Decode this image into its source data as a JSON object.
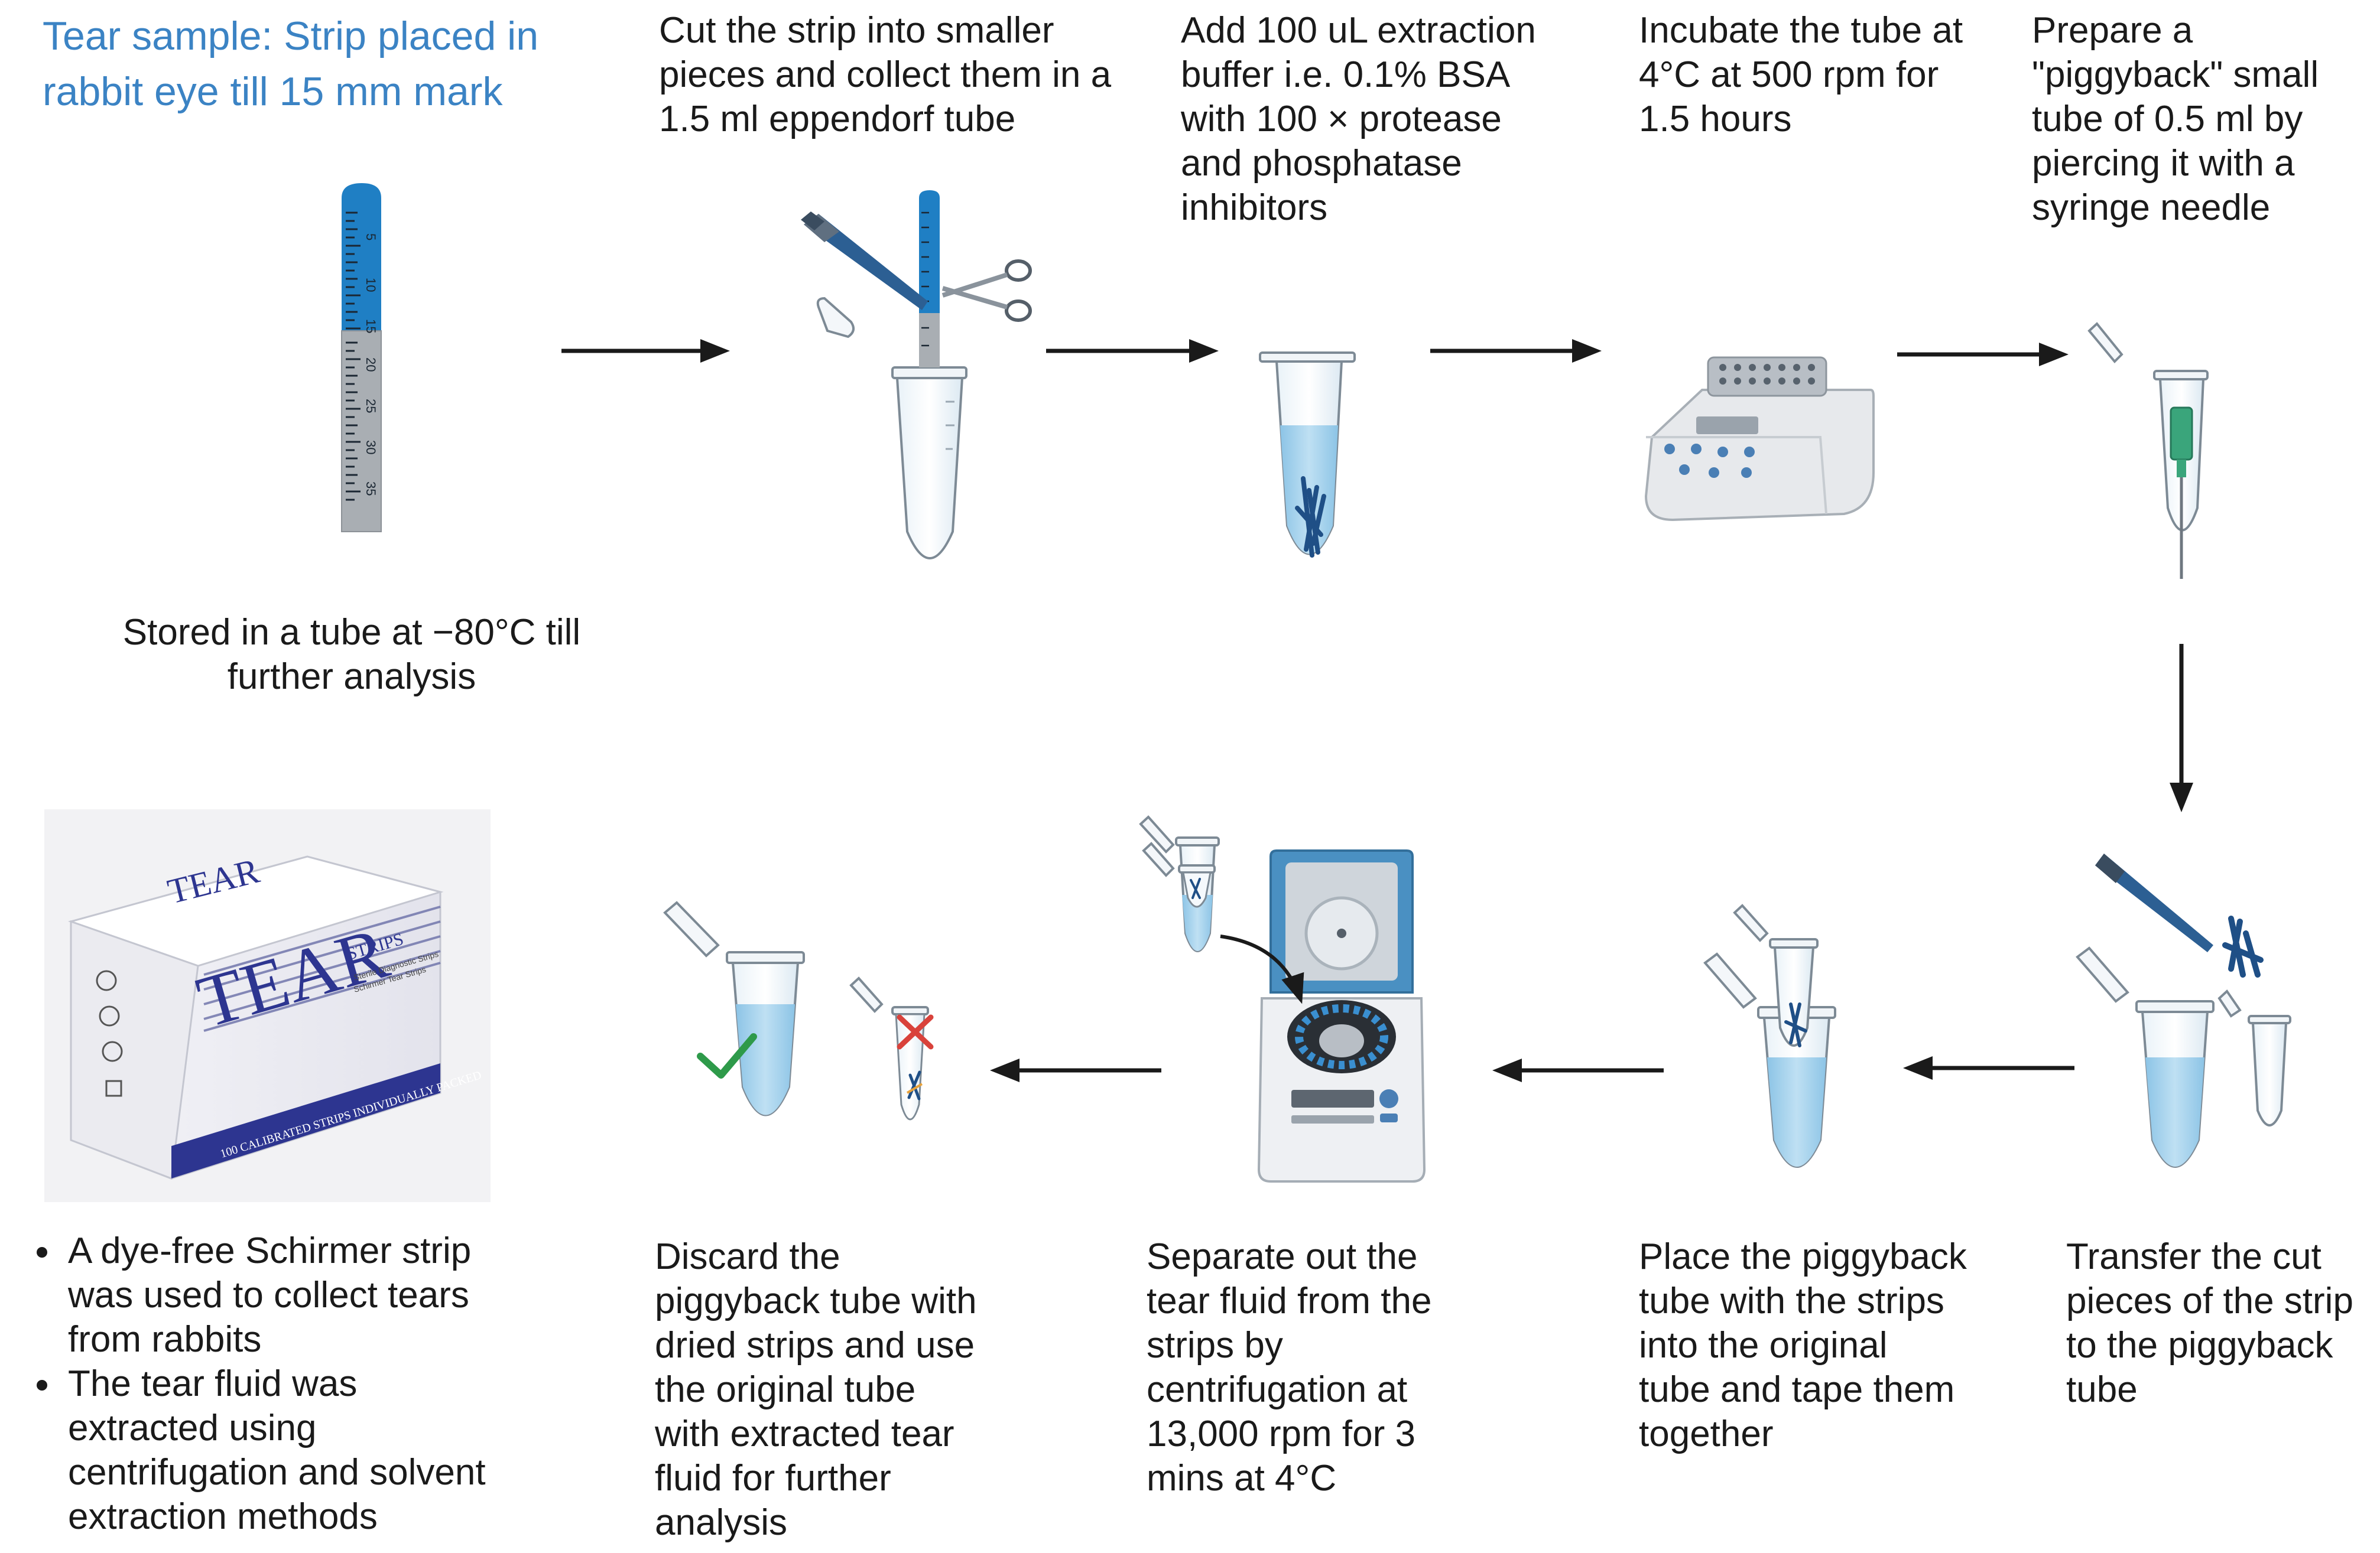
{
  "title": "Tear sample: Strip placed in\nrabbit eye till 15 mm mark",
  "stored_note": "Stored in a tube at −80°C till\nfurther analysis",
  "steps": [
    {
      "id": "cut",
      "text": "Cut the strip into smaller\npieces and collect them in a\n1.5 ml eppendorf tube"
    },
    {
      "id": "buffer",
      "text": "Add 100 uL extraction\nbuffer i.e. 0.1% BSA\nwith 100 × protease\nand phosphatase\ninhibitors"
    },
    {
      "id": "incubate",
      "text": "Incubate the tube at\n4°C at 500 rpm for\n1.5 hours"
    },
    {
      "id": "piggyback",
      "text": "Prepare a\n\"piggyback\" small\ntube of 0.5 ml by\npiercing it with a\nsyringe needle"
    },
    {
      "id": "transfer",
      "text": "Transfer the cut\npieces of the strip\nto the piggyback\ntube"
    },
    {
      "id": "place",
      "text": "Place the piggyback\ntube with the strips\ninto the original\ntube and tape them\ntogether"
    },
    {
      "id": "separate",
      "text": "Separate out the\ntear fluid from the\nstrips by\ncentrifugation at\n13,000 rpm for 3\nmins at 4°C"
    },
    {
      "id": "discard",
      "text": "Discard the\npiggyback tube with\ndried strips and use\nthe original tube\nwith extracted tear\nfluid for further\nanalysis"
    }
  ],
  "notes": [
    "A dye-free Schirmer strip\nwas used to collect tears\nfrom rabbits",
    "The tear fluid was\nextracted using\ncentrifugation and solvent\nextraction methods"
  ],
  "strip_ticks": [
    "5",
    "10",
    "15",
    "20",
    "25",
    "30",
    "35"
  ],
  "box_label": {
    "brand": "TEAR",
    "brand_small": "STRIPS",
    "sub1": "Sterile Diagnostic Strips",
    "sub2": "Schirmer Tear Strips",
    "bottom": "100 CALIBRATED STRIPS INDIVIDUALLY PACKED"
  },
  "colors": {
    "title": "#3b83c4",
    "strip_blue": "#1f7fc4",
    "liquid": "#a8d3ee",
    "arrow": "#1a1a1a",
    "check": "#2e9a4a",
    "cross": "#d9423b",
    "centrifuge_lid": "#4a90c2"
  },
  "icons": [
    "schirmer-strip-icon",
    "scissors-icon",
    "tweezers-icon",
    "eppendorf-tube-icon",
    "thermomixer-icon",
    "syringe-needle-icon",
    "centrifuge-icon",
    "check-icon",
    "cross-icon",
    "tear-strips-box-icon"
  ]
}
